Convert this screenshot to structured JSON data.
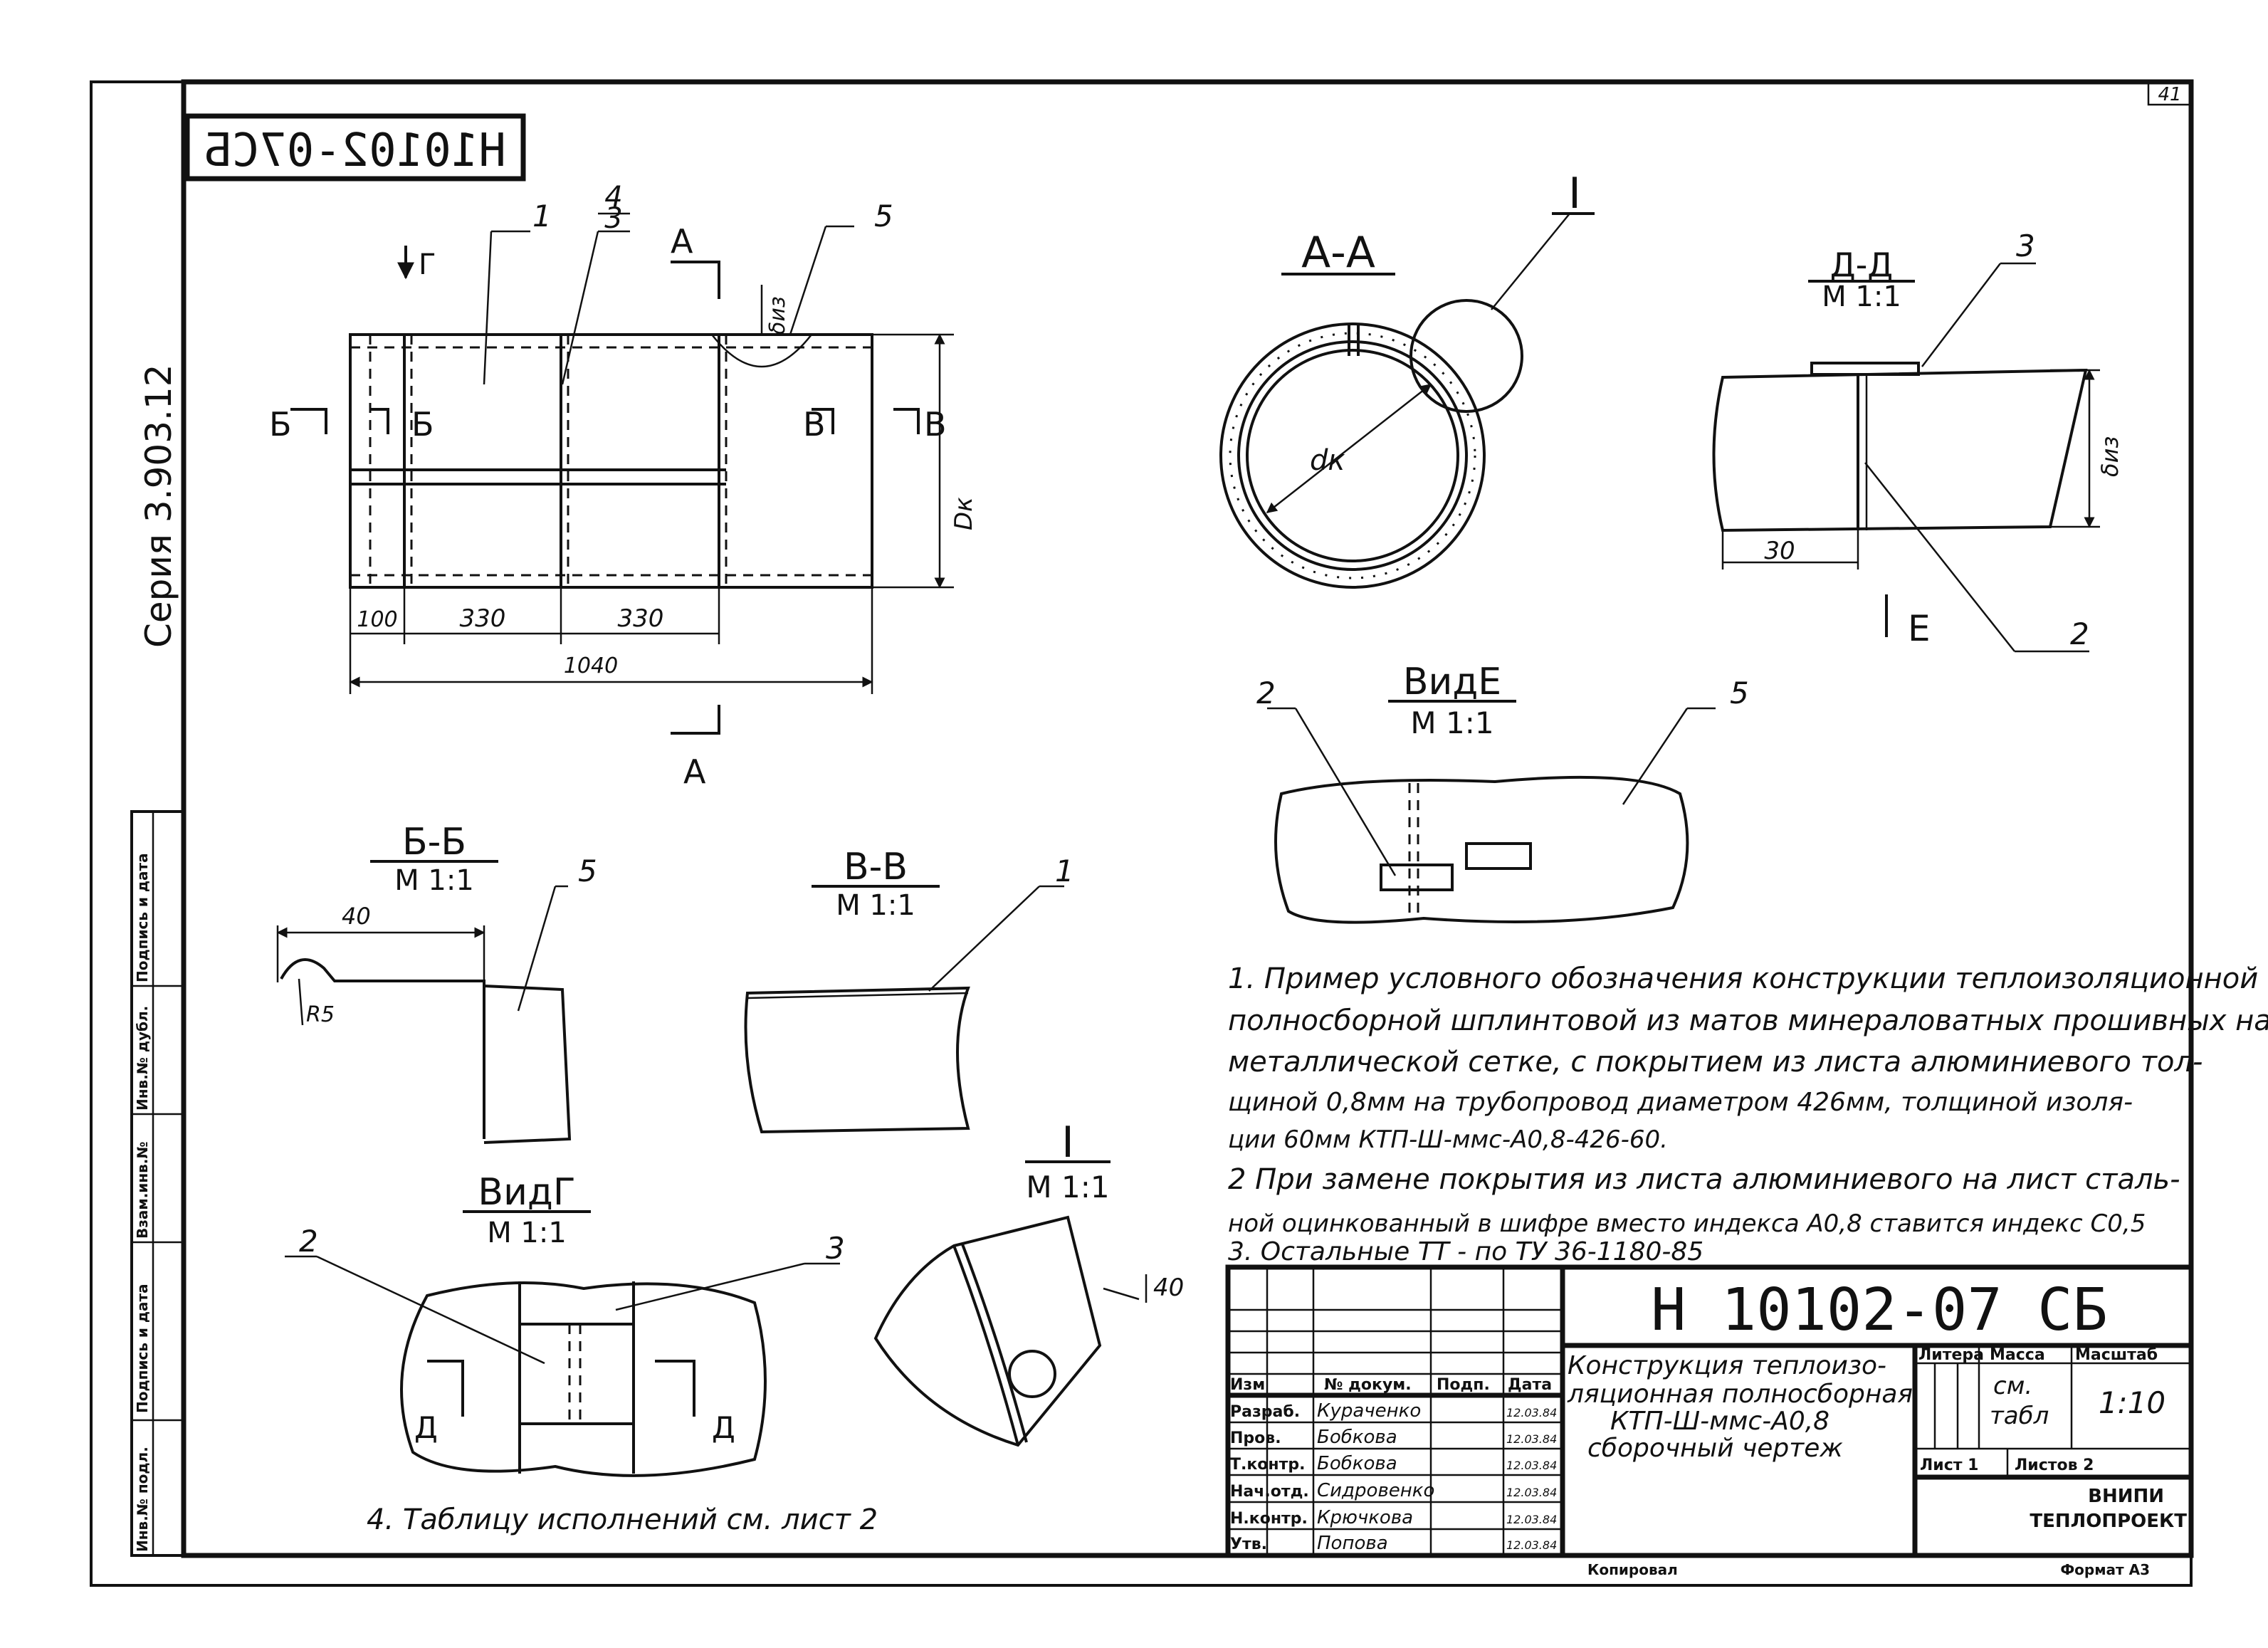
{
  "sheet": {
    "page_number": "41",
    "mirrored_code": "H10102-07CБ",
    "series": "Серия 3.903.12",
    "format": "Формат А3",
    "copied": "Копировал"
  },
  "side_stamp": [
    "Инв.№ подл.",
    "Подпись и дата",
    "Взам.инв.№",
    "Инв.№ дубл.",
    "Подпись и дата"
  ],
  "main_view": {
    "sec_g": "Г",
    "sec_b_left": "Б",
    "sec_b_right": "Б",
    "sec_v_left": "В",
    "sec_v_right": "В",
    "sec_a_top": "А",
    "sec_a_bottom": "А",
    "pos1": "1",
    "pos3": "3",
    "pos4": "4",
    "pos5": "5",
    "d_iz": "δиз",
    "dk": "Dк",
    "dim_100": "100",
    "dim_330a": "330",
    "dim_330b": "330",
    "dim_1040": "1040"
  },
  "section_aa": {
    "title": "А-А",
    "callout": "I",
    "dk": "dк"
  },
  "section_dd": {
    "title": "Д-Д",
    "scale": "М 1:1",
    "pos3": "3",
    "pos2": "2",
    "d_iz": "δиз",
    "dim_30": "30",
    "view_e": "Е"
  },
  "view_e": {
    "title": "ВидЕ",
    "scale": "М 1:1",
    "pos2": "2",
    "pos5": "5"
  },
  "section_bb": {
    "title": "Б-Б",
    "scale": "М 1:1",
    "dim_40": "40",
    "r5": "R5",
    "pos5": "5"
  },
  "section_vv": {
    "title": "В-В",
    "scale": "М 1:1",
    "pos1": "1"
  },
  "view_g": {
    "title": "ВидГ",
    "scale": "М 1:1",
    "pos2": "2",
    "pos3": "3",
    "d_left": "Д",
    "d_right": "Д"
  },
  "detail_i": {
    "title": "I",
    "scale": "М 1:1",
    "dim_40": "40"
  },
  "notes": {
    "n1_l1": "1. Пример условного обозначения конструкции теплоизоляционной",
    "n1_l2": "полносборной шплинтовой из матов минераловатных прошивных на",
    "n1_l3": "металлической сетке, с покрытием из листа алюминиевого тол-",
    "n1_l4": "щиной 0,8мм на трубопровод диаметром 426мм, толщиной изоля-",
    "n1_l5": "ции 60мм   КТП-Ш-ммс-А0,8-426-60.",
    "n2_l1": "2 При замене покрытия из листа алюминиевого на лист сталь-",
    "n2_l2": "ной оцинкованный в шифре вместо индекса А0,8 ставится индекс С0,5",
    "n3": "3. Остальные  ТТ  - по  ТУ 36-1180-85",
    "n4": "4. Таблицу исполнений  см. лист 2"
  },
  "title_block": {
    "doc_code": "H 10102-07 СБ",
    "name_l1": "Конструкция теплоизо-",
    "name_l2": "ляционная полносборная",
    "name_l3": "КТП-Ш-ммс-А0,8",
    "name_l4": "сборочный чертеж",
    "h_izm": "Изм",
    "h_doc": "№ докум.",
    "h_sign": "Подп.",
    "h_date": "Дата",
    "rows": [
      {
        "role": "Разраб.",
        "name": "Кураченко",
        "date": "12.03.84"
      },
      {
        "role": "Пров.",
        "name": "Бобкова",
        "date": "12.03.84"
      },
      {
        "role": "Т.контр.",
        "name": "Бобкова",
        "date": "12.03.84"
      },
      {
        "role": "Нач.отд.",
        "name": "Сидровенко",
        "date": "12.03.84"
      },
      {
        "role": "Н.контр.",
        "name": "Крючкова",
        "date": "12.03.84"
      },
      {
        "role": "Утв.",
        "name": "Попова",
        "date": "12.03.84"
      }
    ],
    "h_litera": "Литера",
    "h_massa": "Масса",
    "h_masshtab": "Масштаб",
    "massa": "см.",
    "massa2": "табл",
    "masshtab": "1:10",
    "list": "Лист 1",
    "listov": "Листов 2",
    "org_l1": "ВНИПИ",
    "org_l2": "ТЕПЛОПРОЕКТ"
  }
}
